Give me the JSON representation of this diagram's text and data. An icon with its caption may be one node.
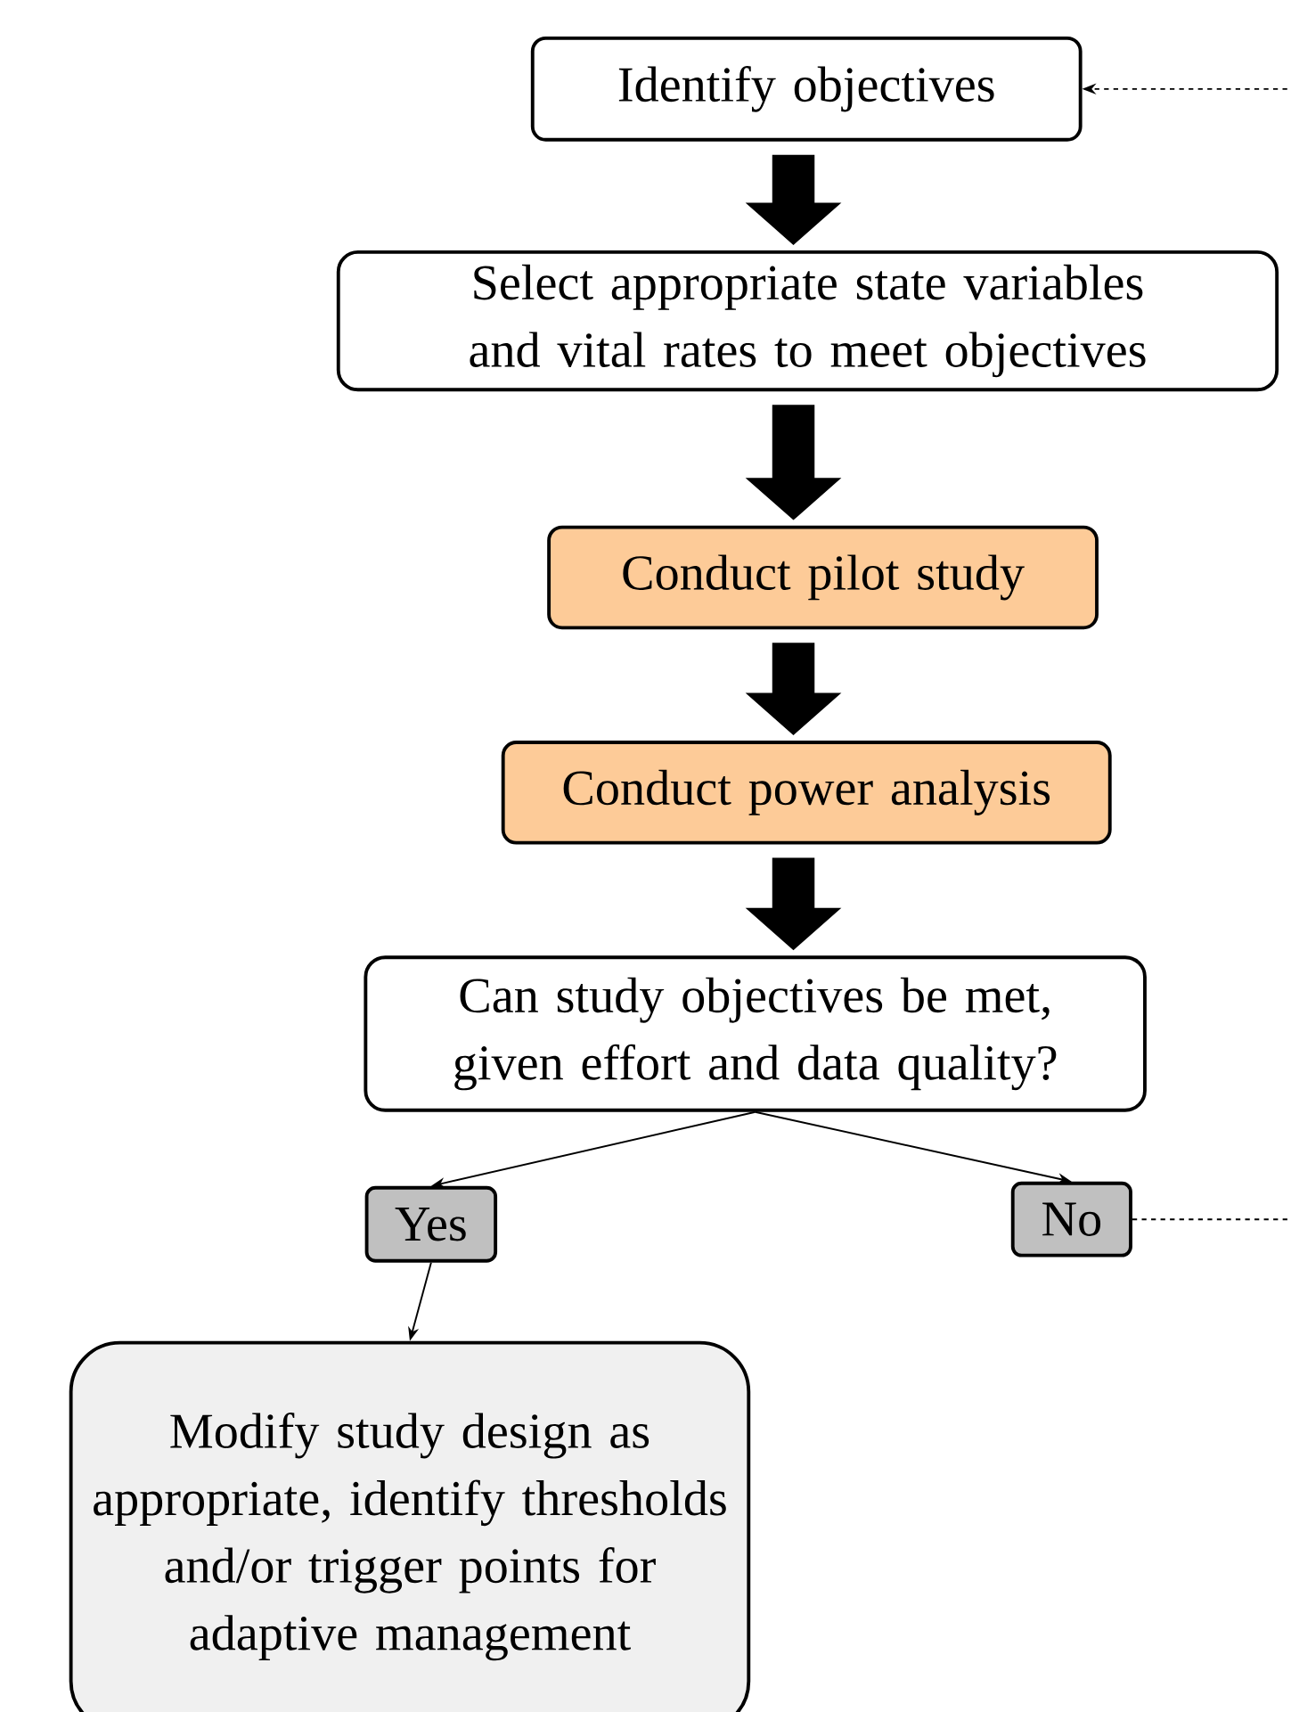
{
  "diagram": {
    "nodes": [
      {
        "text": [
          "Identify objectives"
        ]
      },
      {
        "text": [
          "Select appropriate state variables and vital rates to meet objectives"
        ]
      },
      {
        "text": [
          "Conduct pilot study"
        ]
      },
      {
        "text": [
          "Conduct power analysis"
        ]
      },
      {
        "text": [
          "Can study objectives be met, given effort and data quality?"
        ]
      },
      {
        "text": [
          "Yes"
        ]
      },
      {
        "text": [
          "No"
        ]
      },
      {
        "text": [
          "Modify study design as appropriate, identify thresholds and/or trigger points for adaptive management"
        ]
      }
    ],
    "edges": [
      {
        "from": 0,
        "to": 1,
        "arrow": "to",
        "style": "thick"
      },
      {
        "from": 1,
        "to": 2,
        "arrow": "to",
        "style": "thick"
      },
      {
        "from": 2,
        "to": 3,
        "arrow": "to",
        "style": "thick"
      },
      {
        "from": 3,
        "to": 4,
        "arrow": "to",
        "style": "thick"
      },
      {
        "from": 4,
        "to": 5,
        "arrow": "to"
      },
      {
        "from": 4,
        "to": 6,
        "arrow": "to"
      },
      {
        "from": 5,
        "to": 7,
        "arrow": "to"
      },
      {
        "from": 6,
        "to": 0,
        "arrow": "to",
        "style": "dashed"
      }
    ]
  }
}
